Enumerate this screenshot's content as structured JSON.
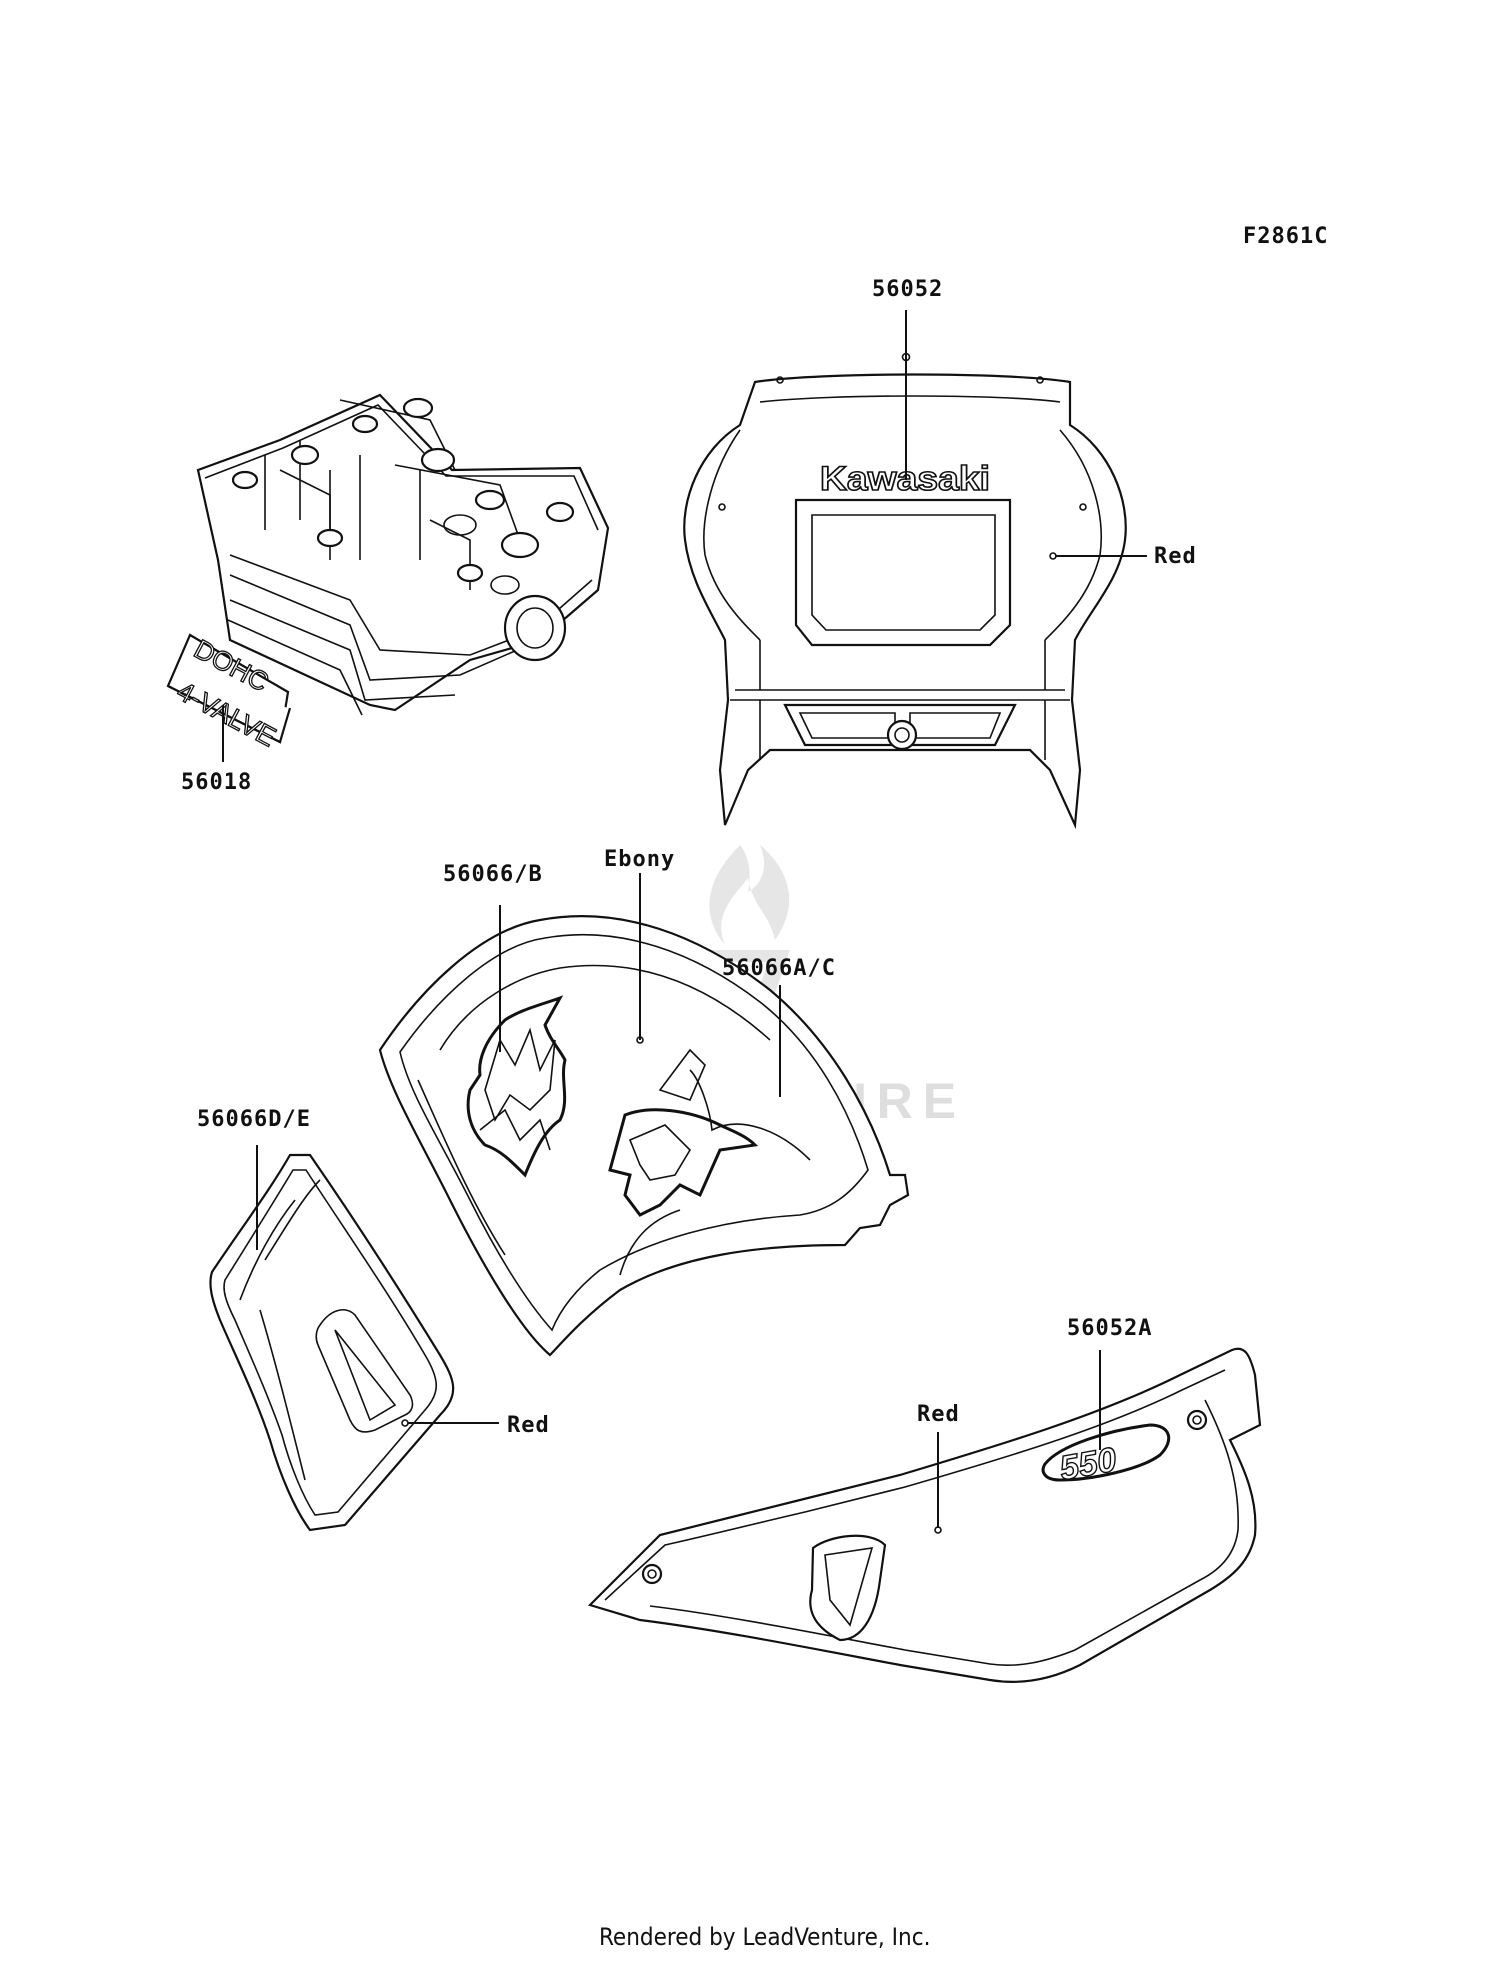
{
  "figure_code": "F2861C",
  "parts": {
    "cylinder_head_decal": "56018",
    "cowl_decal": "56052",
    "tank_decal_b": "56066/B",
    "tank_decal_ac": "56066A/C",
    "side_cover_decal_de": "56066D/E",
    "side_cover_decal_a": "56052A"
  },
  "colors_text": {
    "cowl": "Red",
    "tank": "Ebony",
    "side_left": "Red",
    "side_right": "Red"
  },
  "decal_text": {
    "brand": "Kawasaki",
    "dohc": "DOHC",
    "valve": "4-VALVE",
    "model": "550"
  },
  "watermark": "ADVENTURE",
  "footer": "Rendered by LeadVenture, Inc."
}
